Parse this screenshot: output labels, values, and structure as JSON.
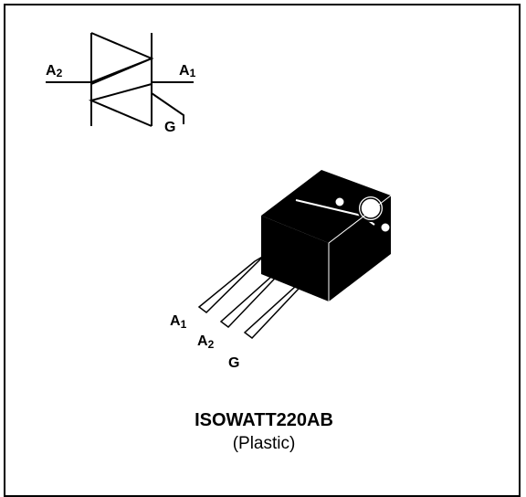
{
  "symbol": {
    "label_a2": "A",
    "label_a2_sub": "2",
    "label_a1": "A",
    "label_a1_sub": "1",
    "label_g": "G"
  },
  "package": {
    "pin_a1": "A",
    "pin_a1_sub": "1",
    "pin_a2": "A",
    "pin_a2_sub": "2",
    "pin_g": "G"
  },
  "caption": {
    "part_name": "ISOWATT220AB",
    "package_type": "(Plastic)"
  },
  "colors": {
    "body": "#000000",
    "background": "#ffffff"
  }
}
